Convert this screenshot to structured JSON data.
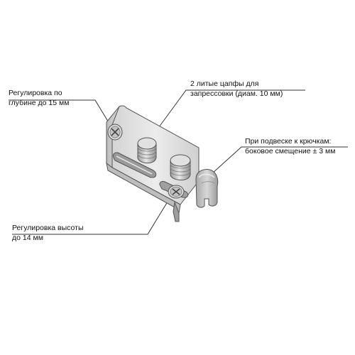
{
  "callouts": {
    "depth": {
      "line1": "Регулировка по",
      "line2": "глубине до 15 мм"
    },
    "pins": {
      "line1": "2 литые цапфы для",
      "line2": "запрессовки (диам. 10 мм)"
    },
    "hook": {
      "line1": "При подвеске к крючкам:",
      "line2": "боковое смещение ± 3 мм"
    },
    "height": {
      "line1": "Регулировка высоты",
      "line2": "до 14 мм"
    }
  },
  "colors": {
    "metal_light": "#e6e6e6",
    "metal_mid": "#c8c8c8",
    "metal_dark": "#8c8c8c",
    "outline": "#555555",
    "leader": "#333333"
  },
  "icons": [
    "screw-icon",
    "pin-icon",
    "hook-clip-icon"
  ]
}
